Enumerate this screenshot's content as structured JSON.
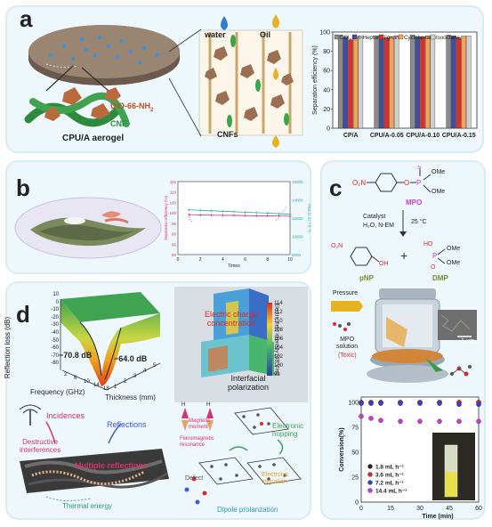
{
  "panel_a": {
    "label": "a",
    "aerogel_label": "CPU/A aerogel",
    "uio_label": "UiO-66-NH",
    "uio_sub": "2",
    "cnf_label": "CNF",
    "water_label": "water",
    "oil_label": "Oil",
    "cnfs_label": "CNFs",
    "chart_data": {
      "type": "bar",
      "categories": [
        "CP/A",
        "CPU/A-0.05",
        "CPU/A-0.10",
        "CPU/A-0.15"
      ],
      "series": [
        {
          "name": "CCl4",
          "color": "#8c8c8c",
          "values": [
            97,
            96,
            97,
            97
          ]
        },
        {
          "name": "n-Heptane",
          "color": "#3d4fa0",
          "values": [
            95,
            94,
            95,
            96
          ]
        },
        {
          "name": "ligroin",
          "color": "#d6322b",
          "values": [
            92,
            94,
            95,
            94
          ]
        },
        {
          "name": "Cyclohexane",
          "color": "#f0a35c",
          "values": [
            95,
            95,
            96,
            96
          ]
        },
        {
          "name": "Isooctane",
          "color": "#cfcfcf",
          "values": [
            96,
            96,
            97,
            96
          ]
        }
      ],
      "legend_prefix": "CCl",
      "legend_sub": "4",
      "ylabel": "Separation efficiency (%)",
      "ylim": [
        0,
        100
      ],
      "yticks": [
        0,
        20,
        40,
        60,
        80,
        100
      ]
    }
  },
  "panel_b": {
    "label": "b",
    "chart_data": {
      "type": "line",
      "x": [
        1,
        2,
        3,
        4,
        5,
        6,
        7,
        8,
        9,
        10
      ],
      "xlabel": "Times",
      "xlim": [
        0,
        10
      ],
      "xticks": [
        0,
        2,
        4,
        6,
        8,
        10
      ],
      "series": [
        {
          "name": "Separation efficiency (%)",
          "axis": "left",
          "color": "#d6336c",
          "values": [
            99.2,
            99.0,
            98.9,
            98.8,
            98.8,
            98.7,
            98.6,
            98.6,
            98.5,
            98.4
          ]
        },
        {
          "name": "Flux (L m-2 h-1)",
          "axis": "right",
          "color": "#2aa8b8",
          "values": [
            12900,
            12850,
            12800,
            12750,
            12700,
            12650,
            12600,
            12550,
            12480,
            12420
          ]
        }
      ],
      "ylabel_left": "Separation efficiency (%)",
      "ylim_left": [
        80,
        115
      ],
      "yticks_left": [
        80,
        85,
        90,
        95,
        100,
        105,
        110,
        115
      ],
      "ylabel_right": "Flux (L m⁻² h⁻¹)",
      "ylim_right": [
        8000,
        16000
      ],
      "yticks_right": [
        8000,
        10000,
        12000,
        14000,
        16000
      ]
    }
  },
  "panel_c": {
    "label": "c",
    "mpo_label": "MPO",
    "me1": "OMe",
    "me2": "OMe",
    "catalyst": "Catalyst",
    "conditions": "H₂O, N-EM",
    "temp": "25 °C",
    "pnp_label": "pNP",
    "dmp_label": "DMP",
    "pressure": "Pressure",
    "solution": "MPO\nsolution",
    "toxic": "(Toxic)",
    "scalebar": "1 μm",
    "chart_data": {
      "type": "scatter",
      "x": [
        0,
        5,
        10,
        20,
        30,
        40,
        50,
        60
      ],
      "series": [
        {
          "name": "1.8 mL h⁻¹",
          "color": "#222222",
          "values": [
            100,
            100,
            100,
            100,
            100,
            100,
            100,
            100
          ]
        },
        {
          "name": "3.6 mL h⁻¹",
          "color": "#d62b2b",
          "values": [
            100,
            100,
            100,
            100,
            100,
            100,
            100,
            100
          ]
        },
        {
          "name": "7.2 mL h⁻¹",
          "color": "#3b3bd6",
          "values": [
            99,
            99,
            99,
            99,
            99,
            99,
            98,
            98
          ]
        },
        {
          "name": "14.4 mL h⁻¹",
          "color": "#c43fc4",
          "values": [
            86,
            84,
            82,
            81,
            81,
            81,
            81,
            81
          ]
        }
      ],
      "xlabel": "Time (min)",
      "ylabel": "Conversion(%)",
      "xlim": [
        0,
        60
      ],
      "ylim": [
        0,
        100
      ],
      "xticks": [
        0,
        15,
        30,
        45,
        60
      ],
      "yticks": [
        0,
        25,
        50,
        75,
        100
      ]
    }
  },
  "panel_d": {
    "label": "d",
    "reflection_loss": "Reflection loss (dB)",
    "freq_axis": "Frequency (GHz)",
    "thick_axis": "Thickness (mm)",
    "rl1": "−70.8 dB",
    "rl2": "−64.0 dB",
    "rl_ticks": [
      "10",
      "0",
      "-10",
      "-20",
      "-30",
      "-40",
      "-50",
      "-60",
      "-70",
      "-80"
    ],
    "freq_ticks": [
      "2",
      "6",
      "10",
      "14",
      "18"
    ],
    "thick_ticks": [
      "1",
      "2",
      "3",
      "4",
      "5"
    ],
    "electric_charge": "Electric charge\nconcentration",
    "interfacial": "Interfacial\npolarization",
    "field_label": "Electric field intensity (dB V/m)",
    "colorbar_ticks": [
      "114",
      "112",
      "110",
      "108",
      "106",
      "104",
      "102",
      "100",
      "98"
    ],
    "incidences": "Incidences",
    "reflections": "Reflections",
    "destructive": "Destructive\ninterferences",
    "multiple": "Multiple reflections",
    "thermal": "Thermal energy",
    "magnetic_moment": "Magnetic\nmoment",
    "ferromagnetic": "Ferromagnetic\nresonance",
    "h_label": "H",
    "electronic_hopping": "Electronic\nhopping",
    "electronic_migration": "Electronic\nmigration",
    "defect": "Defect",
    "dipole": "Dipole prolanzation"
  }
}
